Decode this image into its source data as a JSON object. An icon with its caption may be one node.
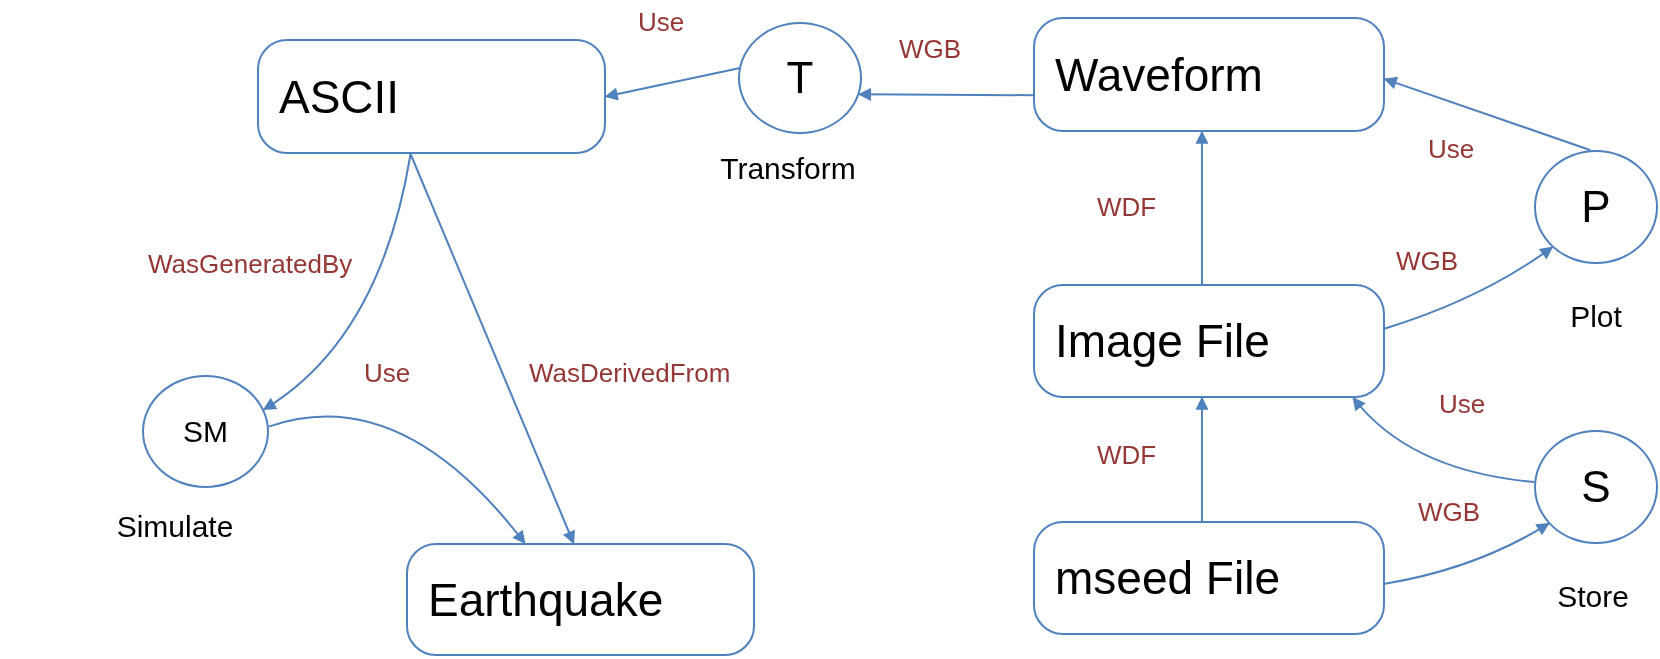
{
  "diagram": {
    "nodes": [
      {
        "text": [
          "ASCII"
        ]
      },
      {
        "text": [
          "T"
        ],
        "beside": [
          "Transform"
        ]
      },
      {
        "text": [
          "Waveform"
        ]
      },
      {
        "text": [
          "P"
        ],
        "beside": [
          "Plot"
        ]
      },
      {
        "text": [
          "Image File"
        ]
      },
      {
        "text": [
          "S"
        ],
        "beside": [
          "Store"
        ]
      },
      {
        "text": [
          "mseed File"
        ]
      },
      {
        "text": [
          "SM"
        ],
        "beside": [
          "Simulate"
        ]
      },
      {
        "text": [
          "Earthquake"
        ]
      }
    ],
    "edges": [
      {
        "from": 1,
        "to": 0,
        "arrow": "to",
        "label": "Use"
      },
      {
        "from": 2,
        "to": 1,
        "arrow": "to",
        "label": "WGB"
      },
      {
        "from": 3,
        "to": 2,
        "arrow": "to",
        "label": "Use"
      },
      {
        "from": 4,
        "to": 2,
        "arrow": "to",
        "label": "WDF"
      },
      {
        "from": 4,
        "to": 3,
        "arrow": "to",
        "label": "WGB"
      },
      {
        "from": 5,
        "to": 4,
        "arrow": "to",
        "label": "Use"
      },
      {
        "from": 6,
        "to": 4,
        "arrow": "to",
        "label": "WDF"
      },
      {
        "from": 6,
        "to": 5,
        "arrow": "to",
        "label": "WGB"
      },
      {
        "from": 0,
        "to": 7,
        "arrow": "to",
        "label": "WasGeneratedBy"
      },
      {
        "from": 7,
        "to": 8,
        "arrow": "to",
        "label": "Use"
      },
      {
        "from": 0,
        "to": 8,
        "arrow": "to",
        "label": "WasDerivedFrom"
      }
    ]
  }
}
